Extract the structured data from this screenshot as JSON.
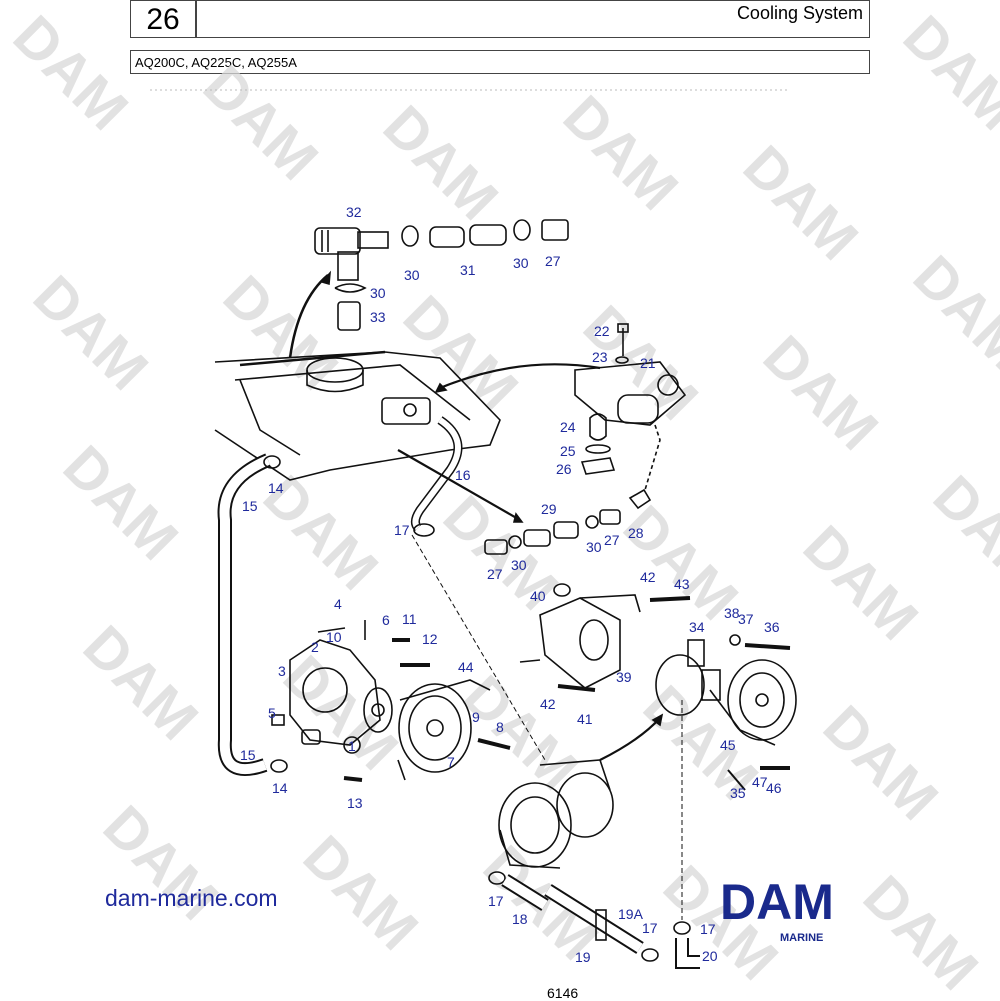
{
  "header": {
    "page_number": "26",
    "title": "Cooling System",
    "models": "AQ200C, AQ225C, AQ255A"
  },
  "watermark": {
    "text": "DAM"
  },
  "callouts": [
    {
      "id": "c32",
      "text": "32"
    },
    {
      "id": "c30a",
      "text": "30"
    },
    {
      "id": "c31",
      "text": "31"
    },
    {
      "id": "c30b",
      "text": "30"
    },
    {
      "id": "c27a",
      "text": "27"
    },
    {
      "id": "c30c",
      "text": "30"
    },
    {
      "id": "c33",
      "text": "33"
    },
    {
      "id": "c22",
      "text": "22"
    },
    {
      "id": "c23",
      "text": "23"
    },
    {
      "id": "c21",
      "text": "21"
    },
    {
      "id": "c24",
      "text": "24"
    },
    {
      "id": "c25",
      "text": "25"
    },
    {
      "id": "c26",
      "text": "26"
    },
    {
      "id": "c14a",
      "text": "14"
    },
    {
      "id": "c16",
      "text": "16"
    },
    {
      "id": "c15a",
      "text": "15"
    },
    {
      "id": "c29",
      "text": "29"
    },
    {
      "id": "c17a",
      "text": "17"
    },
    {
      "id": "c30d",
      "text": "30"
    },
    {
      "id": "c27b",
      "text": "27"
    },
    {
      "id": "c28",
      "text": "28"
    },
    {
      "id": "c27c",
      "text": "27"
    },
    {
      "id": "c30e",
      "text": "30"
    },
    {
      "id": "c42a",
      "text": "42"
    },
    {
      "id": "c43",
      "text": "43"
    },
    {
      "id": "c40",
      "text": "40"
    },
    {
      "id": "c4",
      "text": "4"
    },
    {
      "id": "c6",
      "text": "6"
    },
    {
      "id": "c11",
      "text": "11"
    },
    {
      "id": "c10",
      "text": "10"
    },
    {
      "id": "c12",
      "text": "12"
    },
    {
      "id": "c2",
      "text": "2"
    },
    {
      "id": "c3",
      "text": "3"
    },
    {
      "id": "c44",
      "text": "44"
    },
    {
      "id": "c38",
      "text": "38"
    },
    {
      "id": "c37",
      "text": "37"
    },
    {
      "id": "c36",
      "text": "36"
    },
    {
      "id": "c34",
      "text": "34"
    },
    {
      "id": "c39",
      "text": "39"
    },
    {
      "id": "c5",
      "text": "5"
    },
    {
      "id": "c42b",
      "text": "42"
    },
    {
      "id": "c41",
      "text": "41"
    },
    {
      "id": "c9",
      "text": "9"
    },
    {
      "id": "c8",
      "text": "8"
    },
    {
      "id": "c1",
      "text": "1"
    },
    {
      "id": "c15b",
      "text": "15"
    },
    {
      "id": "c7",
      "text": "7"
    },
    {
      "id": "c45",
      "text": "45"
    },
    {
      "id": "c14b",
      "text": "14"
    },
    {
      "id": "c13",
      "text": "13"
    },
    {
      "id": "c47",
      "text": "47"
    },
    {
      "id": "c35",
      "text": "35"
    },
    {
      "id": "c46",
      "text": "46"
    },
    {
      "id": "c17b",
      "text": "17"
    },
    {
      "id": "c18",
      "text": "18"
    },
    {
      "id": "c19a",
      "text": "19A"
    },
    {
      "id": "c17c",
      "text": "17"
    },
    {
      "id": "c17d",
      "text": "17"
    },
    {
      "id": "c19",
      "text": "19"
    },
    {
      "id": "c20",
      "text": "20"
    }
  ],
  "footer": {
    "website": "dam-marine.com",
    "logo_text": "DAM",
    "logo_subtext": "MARINE",
    "drawing_number": "6146"
  },
  "colors": {
    "label_blue": "#1f2a9c",
    "logo_blue": "#1a2a8c",
    "watermark_grey": "#d9d9d9",
    "line_black": "#111111"
  }
}
